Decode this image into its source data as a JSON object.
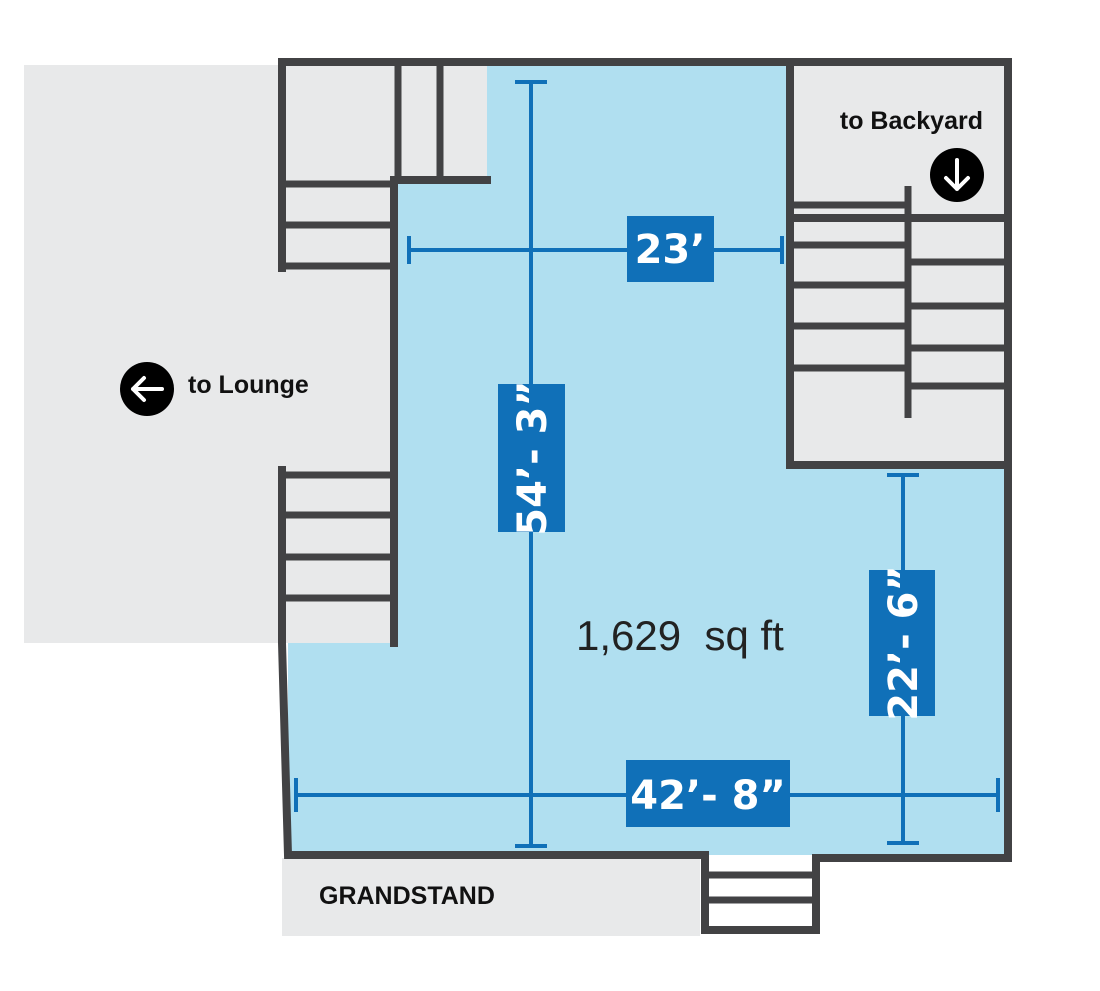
{
  "labels": {
    "lounge": "to Lounge",
    "backyard": "to Backyard",
    "grandstand": "GRANDSTAND"
  },
  "area": "1,629  sq ft",
  "dimensions": {
    "width_top": "23’",
    "height_left": "54’- 3”",
    "height_right": "22’- 6”",
    "width_bottom": "42’- 8”"
  },
  "icons": {
    "lounge_arrow": "arrow-left-icon",
    "backyard_arrow": "arrow-down-icon"
  },
  "colors": {
    "room_fill": "#b0dff0",
    "adjacent_fill": "#e8e9ea",
    "wall": "#424244",
    "dimension": "#1070b8"
  }
}
